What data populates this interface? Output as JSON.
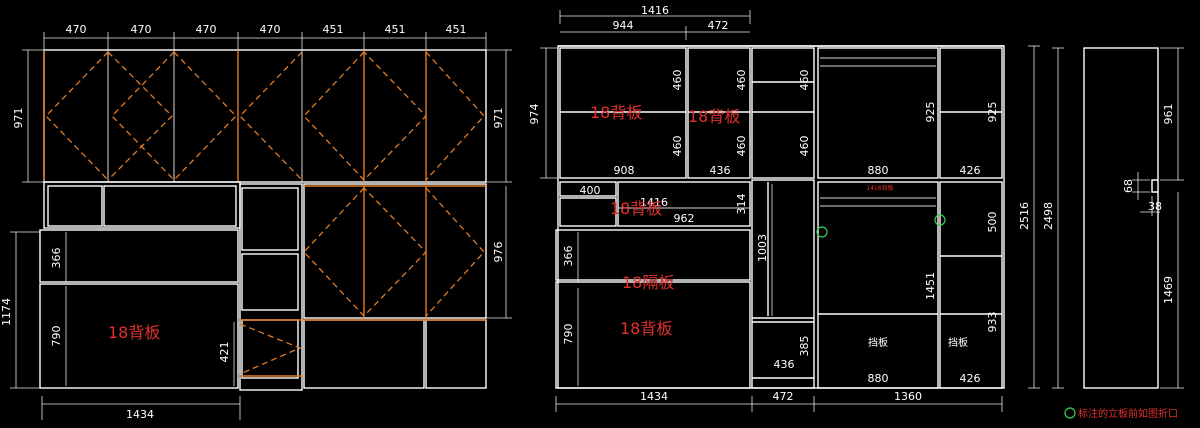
{
  "colors": {
    "background": "#000000",
    "panel": "#ffffff",
    "orange": "#e07a26",
    "red_text": "#e0302c",
    "marker": "#3ad15a"
  },
  "drawing1": {
    "top_dims": [
      "470",
      "470",
      "470",
      "470",
      "451",
      "451",
      "451"
    ],
    "left_dim_top": "971",
    "right_dim_top": "971",
    "right_dim_mid": "976",
    "left_dim_total": "1174",
    "left_dim_upper": "366",
    "left_dim_lower": "790",
    "dim_421": "421",
    "bottom_dim": "1434",
    "back_label": "18背板"
  },
  "drawing2": {
    "top_total": "1416",
    "top_dims": [
      "944",
      "472"
    ],
    "left_dim_top": "974",
    "dims_460": [
      "460",
      "460",
      "460",
      "460",
      "460",
      "460"
    ],
    "dim_908": "908",
    "dim_436_top": "436",
    "dim_880_top": "880",
    "dim_426_top": "426",
    "dim_925_a": "925",
    "dim_925_b": "925",
    "dim_400": "400",
    "dim_1416_mid": "1416",
    "dim_962": "962",
    "dim_314": "314",
    "dim_1003": "1003",
    "dim_500": "500",
    "dim_1451": "1451",
    "dim_933": "933",
    "dim_366": "366",
    "dim_790": "790",
    "dim_385": "385",
    "dim_436_bottom": "436",
    "dim_880_bottom": "880",
    "dim_426_bottom": "426",
    "bottom_dims": [
      "1434",
      "472",
      "1360"
    ],
    "right_2516": "2516",
    "right_2498": "2498",
    "label_back_1": "18背板",
    "label_back_2": "18背板",
    "label_back_3": "18背板",
    "label_back_4": "18背板",
    "label_partition": "18隔板",
    "label_baffle_1": "挡板",
    "label_baffle_2": "挡板",
    "tiny_red": "1416背板"
  },
  "side_view": {
    "dim_961": "961",
    "dim_68": "68",
    "dim_38": "38",
    "dim_1469": "1469"
  },
  "legend": {
    "text": "标注的立板前如图折口"
  }
}
